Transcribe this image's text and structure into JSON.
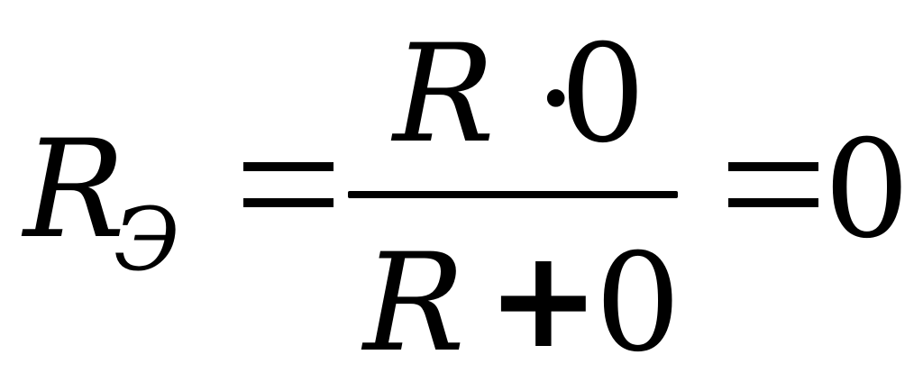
{
  "formula": {
    "lhs": {
      "symbol": "R",
      "subscript": "Э"
    },
    "equals": "=",
    "fraction": {
      "numerator": {
        "symbol": "R",
        "operator": "·",
        "value": "0"
      },
      "denominator": {
        "symbol": "R",
        "operator": "+",
        "value": "0"
      }
    },
    "result": "0"
  }
}
